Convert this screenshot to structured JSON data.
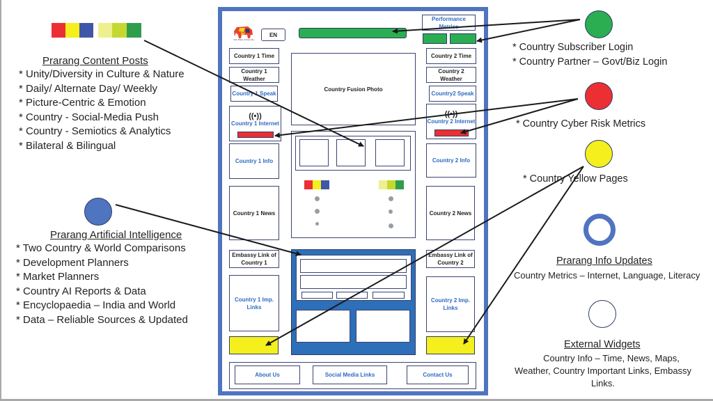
{
  "colors": {
    "red": "#ec2f33",
    "yellow": "#f4ef1d",
    "blue": "#3f57a8",
    "light_yellow": "#eef08f",
    "lime": "#c5d831",
    "green": "#2bae51",
    "frame_blue": "#4f74c0",
    "panel_blue": "#2d6fb8",
    "link_blue": "#2e6bc1"
  },
  "left": {
    "content_posts": {
      "heading": "Prarang Content Posts",
      "items": [
        "* Unity/Diversity in Culture & Nature",
        "* Daily/ Alternate Day/ Weekly",
        "* Picture-Centric & Emotion",
        "* Country - Social-Media Push",
        "* Country - Semiotics & Analytics",
        "* Bilateral & Bilingual"
      ]
    },
    "ai": {
      "heading": "Prarang Artificial Intelligence",
      "items": [
        "* Two Country & World Comparisons",
        "* Development Planners",
        "* Market Planners",
        "* Country AI Reports & Data",
        "* Encyclopaedia – India and World",
        "* Data – Reliable Sources & Updated"
      ]
    }
  },
  "right": {
    "login": {
      "items": [
        "* Country Subscriber Login",
        "* Country Partner – Govt/Biz Login"
      ]
    },
    "cyber": {
      "text": "* Country Cyber Risk Metrics"
    },
    "yellow_pages": {
      "text": "* Country Yellow Pages"
    },
    "info_updates": {
      "heading": "Prarang Info Updates",
      "text": "Country Metrics – Internet, Language, Literacy"
    },
    "external_widgets": {
      "heading": "External Widgets",
      "text_lines": [
        "Country Info – Time, News, Maps,",
        "Weather, Country Important Links, Embassy",
        "Links."
      ]
    }
  },
  "mockup": {
    "logo_caption": "Visit Place Citizenship",
    "language_button": "EN",
    "performance_metrics": "Performance Metrics",
    "fusion_photo": "Country Fusion Photo",
    "country1": {
      "time": "Country 1 Time",
      "weather": "Country 1 Weather",
      "speak": "Country 1 Speak",
      "internet": "Country 1 Internet",
      "info": "Country 1 Info",
      "news": "Country 1 News",
      "embassy": "Embassy Link of Country 1",
      "links": "Country 1 Imp. Links"
    },
    "country2": {
      "time": "Country 2 Time",
      "weather": "Country 2 Weather",
      "speak": "Country2 Speak",
      "internet": "Country 2 Internet",
      "info": "Country 2 Info",
      "news": "Country 2 News",
      "embassy": "Embassy Link of Country 2",
      "links": "Country 2 Imp. Links"
    },
    "footer": {
      "about": "About Us",
      "social": "Social Media Links",
      "contact": "Contact Us"
    }
  }
}
